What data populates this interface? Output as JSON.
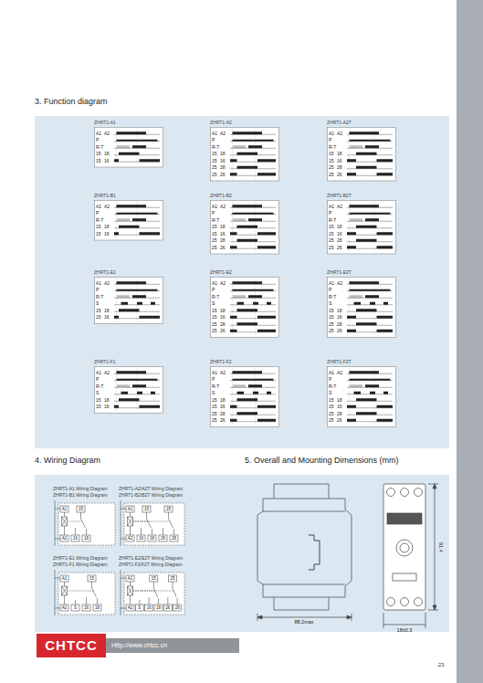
{
  "diagram": {
    "title": "3. Function diagram",
    "nodes": [
      {
        "text": [
          "ZHRT1-A1"
        ]
      },
      {
        "text": [
          "ZHRT1-A2"
        ]
      },
      {
        "text": [
          "ZHRT1-A2T"
        ]
      },
      {
        "text": [
          "ZHRT1-B1"
        ]
      },
      {
        "text": [
          "ZHRT1-B2"
        ]
      },
      {
        "text": [
          "ZHRT1-B2T"
        ]
      },
      {
        "text": [
          "ZHRT1-E1"
        ]
      },
      {
        "text": [
          "ZHRT1-E2"
        ]
      },
      {
        "text": [
          "ZHRT1-E2T"
        ]
      },
      {
        "text": [
          "ZHRT1-F1"
        ]
      },
      {
        "text": [
          "ZHRT1-F2"
        ]
      },
      {
        "text": [
          "ZHRT1-F2T"
        ]
      },
      {
        "text": [
          "ZHRT1-A1 Wiring Diagram",
          "ZHRT1-B1 Wiring Diagram"
        ]
      },
      {
        "text": [
          "ZHRT1-A2/A2T Wiring Diagram",
          "ZHRT1-B2/B2T Wiring Diagram"
        ]
      },
      {
        "text": [
          "ZHRT1-E1 Wiring Diagram",
          "ZHRT1-F1 Wiring Diagram"
        ]
      },
      {
        "text": [
          "ZHRT1-E2/E2T Wiring Diagram",
          "ZHRT1-F2/F2T Wiring Diagram"
        ]
      }
    ],
    "labels": [
      "4. Wiring Diagram",
      "5. Overall and Mounting Dimensions (mm)",
      "A1",
      "A2",
      "P",
      "R-T",
      "15",
      "18",
      "15",
      "16",
      "A1",
      "A2",
      "P",
      "R-T",
      "15",
      "18",
      "15",
      "16",
      "25",
      "28",
      "25",
      "26",
      "A1",
      "A2",
      "P",
      "R-T",
      "15",
      "18",
      "15",
      "16",
      "25",
      "28",
      "25",
      "26",
      "A1",
      "A2",
      "P",
      "R-T",
      "15",
      "18",
      "15",
      "16",
      "A1",
      "A2",
      "P",
      "R-T",
      "15",
      "18",
      "15",
      "16",
      "25",
      "28",
      "25",
      "26",
      "A1",
      "A2",
      "P",
      "R-T",
      "15",
      "18",
      "15",
      "16",
      "25",
      "28",
      "25",
      "26",
      "A1",
      "A2",
      "P",
      "R-T",
      "S",
      "15",
      "18",
      "15",
      "16",
      "A1",
      "A2",
      "P",
      "R-T",
      "S",
      "15",
      "18",
      "15",
      "16",
      "25",
      "28",
      "25",
      "26",
      "A1",
      "A2",
      "P",
      "R-T",
      "S",
      "15",
      "18",
      "15",
      "16",
      "25",
      "28",
      "25",
      "26",
      "A1",
      "A2",
      "P",
      "R-T",
      "S",
      "15",
      "18",
      "15",
      "16",
      "A1",
      "A2",
      "P",
      "R-T",
      "S",
      "15",
      "18",
      "15",
      "16",
      "25",
      "28",
      "25",
      "26",
      "A1",
      "A2",
      "P",
      "R-T",
      "S",
      "15",
      "18",
      "15",
      "16",
      "25",
      "28",
      "25",
      "26",
      "A1",
      "15",
      "A2",
      "16",
      "18",
      "A1",
      "15",
      "25",
      "A2",
      "16",
      "18",
      "26",
      "28",
      "A1",
      "15",
      "A2",
      "S",
      "16",
      "18",
      "A1",
      "15",
      "25",
      "A2",
      "S",
      "16",
      "18",
      "26",
      "28",
      "88.2max",
      "91.4",
      "18±0.3",
      "CHTCC",
      "Http://www.chtcc.cn",
      ".23."
    ]
  }
}
